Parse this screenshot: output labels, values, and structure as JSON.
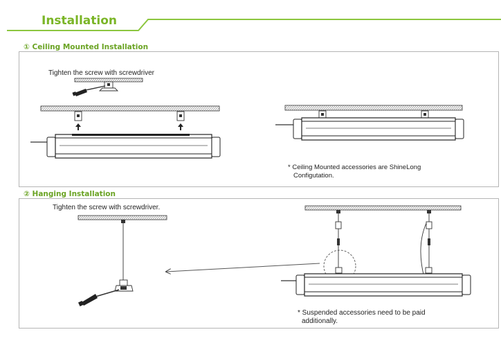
{
  "header": {
    "title": "Installation",
    "accent_color": "#7ab526"
  },
  "sections": [
    {
      "title": "① Ceiling Mounted Installation",
      "caption": "Tighten the screw with screwdriver",
      "note_line1": "* Ceiling Mounted accessories are ShineLong",
      "note_line2": "Configutation."
    },
    {
      "title": "② Hanging Installation",
      "caption": "Tighten the screw with screwdriver.",
      "note_line1": "* Suspended accessories need to be paid",
      "note_line2": "additionally."
    }
  ]
}
